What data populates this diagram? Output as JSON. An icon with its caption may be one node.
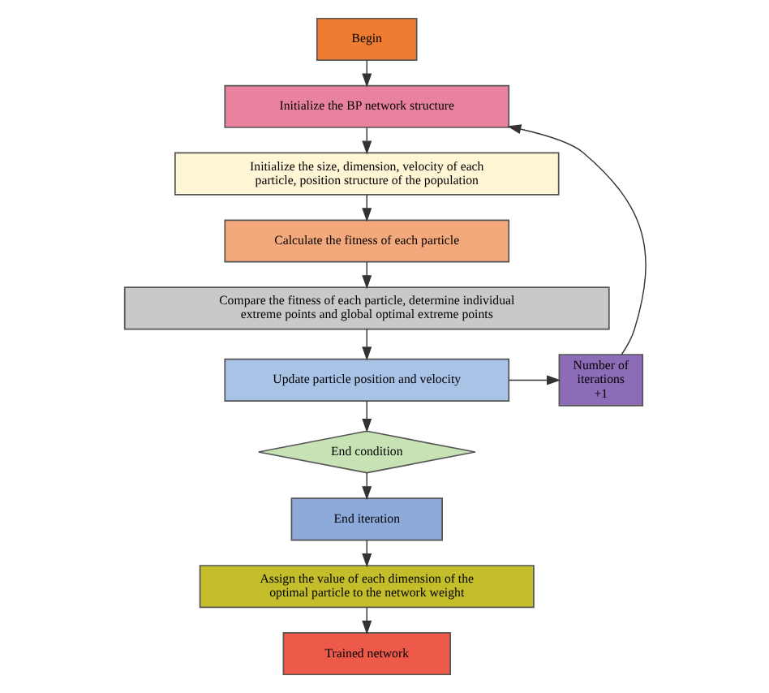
{
  "diagram": {
    "nodes": [
      {
        "text": [
          "Begin"
        ]
      },
      {
        "text": [
          "Initialize the BP network structure"
        ]
      },
      {
        "text": [
          "Initialize the size, dimension, velocity of each particle, position structure of the population"
        ]
      },
      {
        "text": [
          "Calculate the fitness of each particle"
        ]
      },
      {
        "text": [
          "Compare the fitness of each particle, determine individual extreme points and global optimal extreme points"
        ]
      },
      {
        "text": [
          "Update particle position and velocity"
        ]
      },
      {
        "text": [
          "End condition"
        ]
      },
      {
        "text": [
          "End iteration"
        ]
      },
      {
        "text": [
          "Assign the value of each dimension of the optimal particle to the network weight"
        ]
      },
      {
        "text": [
          "Trained network"
        ]
      },
      {
        "text": [
          "Number of iterations +1"
        ]
      }
    ],
    "edges": [
      {
        "from": 0,
        "to": 1,
        "arrow": "to"
      },
      {
        "from": 1,
        "to": 2,
        "arrow": "to"
      },
      {
        "from": 2,
        "to": 3,
        "arrow": "to"
      },
      {
        "from": 3,
        "to": 4,
        "arrow": "to"
      },
      {
        "from": 4,
        "to": 5,
        "arrow": "to"
      },
      {
        "from": 5,
        "to": 6,
        "arrow": "to"
      },
      {
        "from": 6,
        "to": 7,
        "arrow": "to"
      },
      {
        "from": 7,
        "to": 8,
        "arrow": "to"
      },
      {
        "from": 8,
        "to": 9,
        "arrow": "to"
      },
      {
        "from": 5,
        "to": 10,
        "arrow": "to"
      },
      {
        "from": 10,
        "to": 1,
        "arrow": "to"
      }
    ]
  }
}
